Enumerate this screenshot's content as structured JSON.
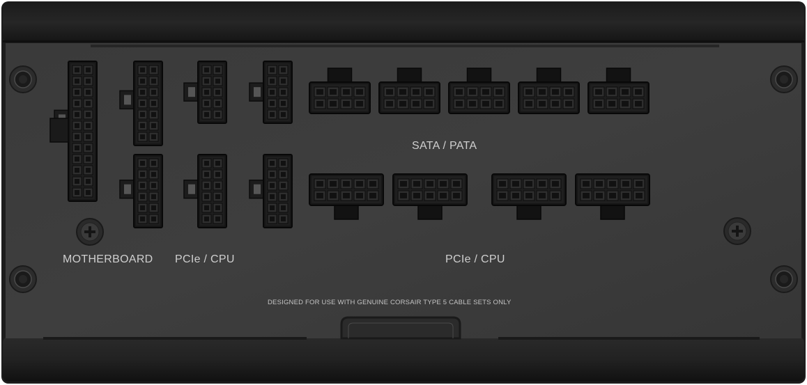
{
  "colors": {
    "panel": "#3b3b3b",
    "frame": "#1f1f1f",
    "connector": "#151515",
    "pin": "#2a2a2a",
    "label": "#cfcfcf"
  },
  "labels": {
    "motherboard": "MOTHERBOARD",
    "pcie_cpu_left": "PCIe / CPU",
    "sata_pata": "SATA / PATA",
    "pcie_cpu_right": "PCIe / CPU",
    "notice": "DESIGNED FOR USE WITH GENUINE CORSAIR TYPE 5 CABLE SETS ONLY"
  },
  "connector_groups": [
    {
      "name": "motherboard",
      "count": 2
    },
    {
      "name": "pcie-cpu-left",
      "count": 4
    },
    {
      "name": "sata-pata",
      "count": 5
    },
    {
      "name": "pcie-cpu-right",
      "count": 4
    }
  ]
}
